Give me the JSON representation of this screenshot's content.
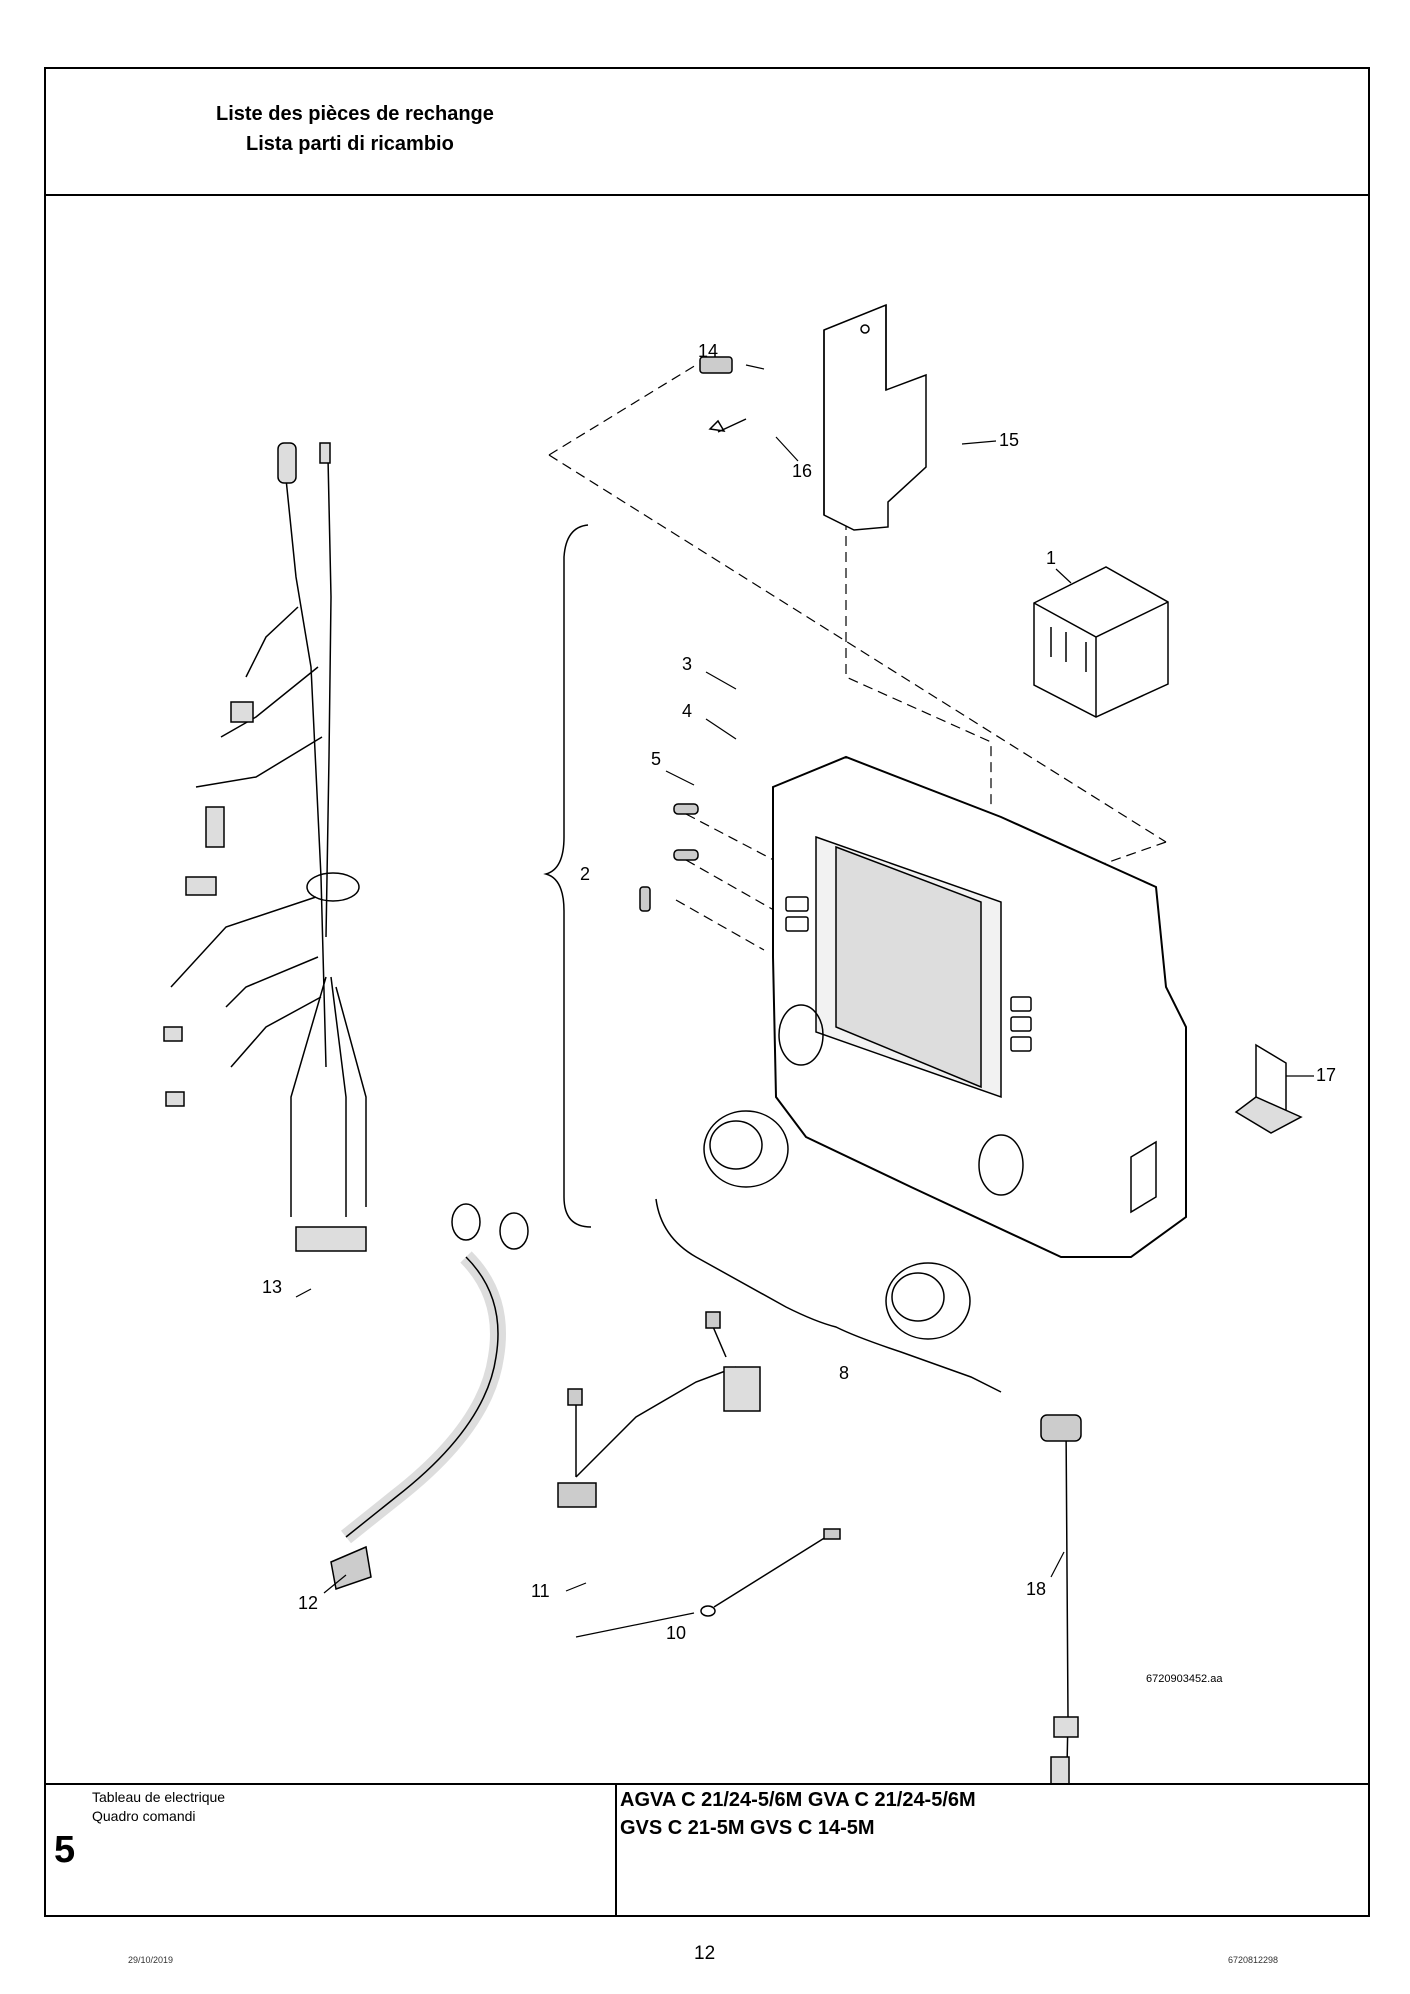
{
  "header": {
    "title_fr": "Liste des pièces de rechange",
    "title_it": "Lista parti di ricambio"
  },
  "drawing": {
    "callouts": [
      "1",
      "2",
      "3",
      "4",
      "5",
      "8",
      "10",
      "11",
      "12",
      "13",
      "14",
      "15",
      "16",
      "17",
      "18"
    ],
    "image_code": "6720903452.aa"
  },
  "footer_box": {
    "section_number": "5",
    "section_fr": "Tableau de electrique",
    "section_it": "Quadro comandi",
    "models_line1": "AGVA C 21/24-5/6M GVA C 21/24-5/6M",
    "models_line2": "GVS C 21-5M GVS C 14-5M"
  },
  "page_footer": {
    "date": "29/10/2019",
    "page_number": "12",
    "doc_code": "6720812298"
  }
}
